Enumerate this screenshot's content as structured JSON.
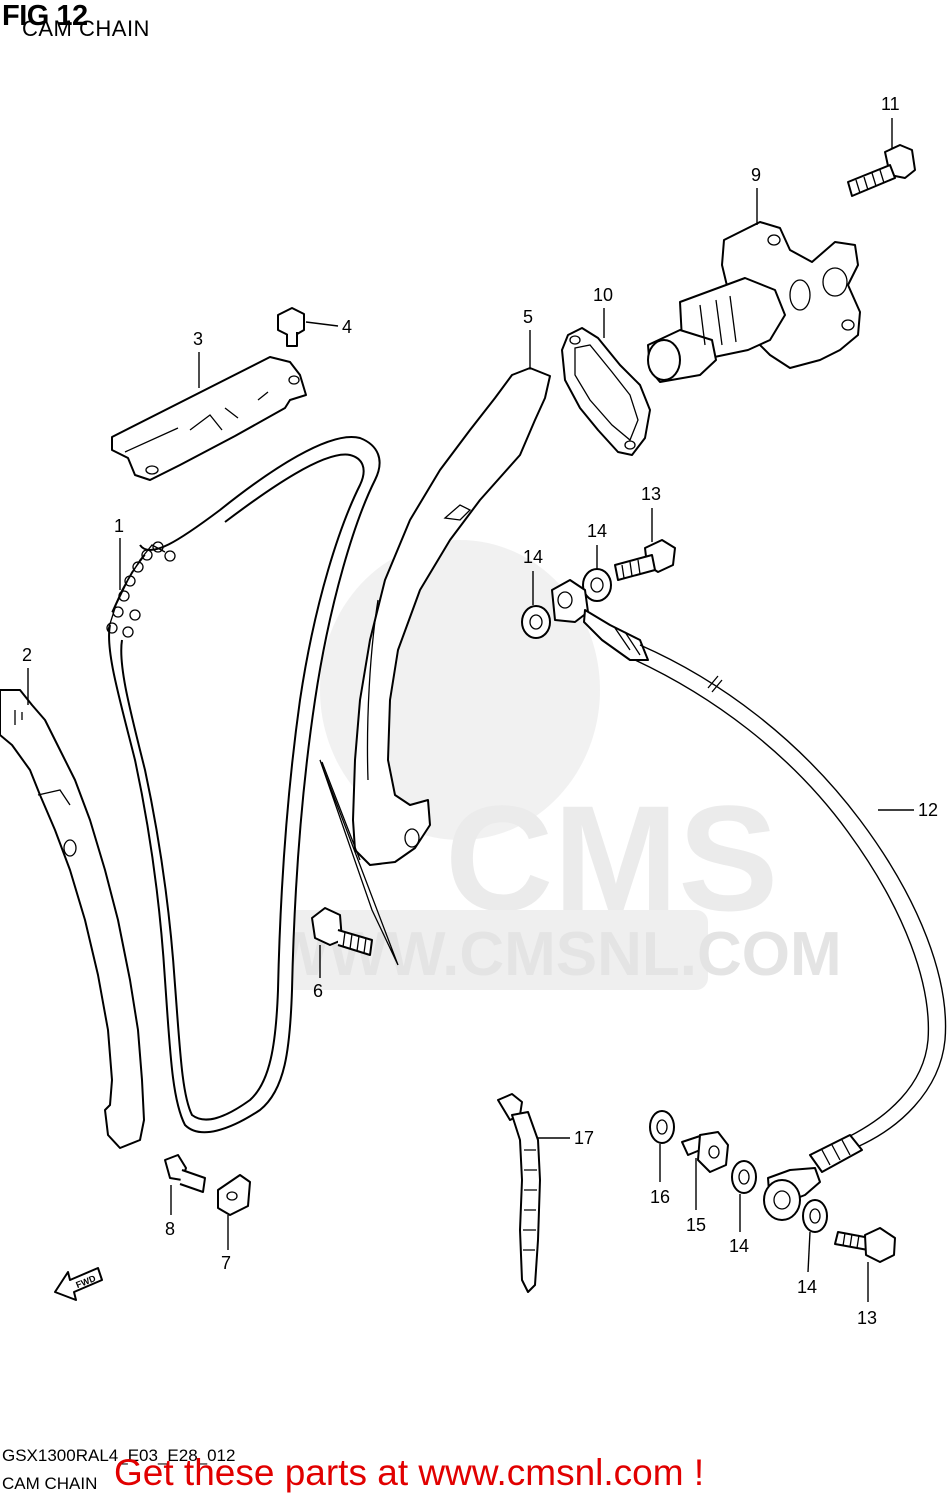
{
  "figure": {
    "number": "FIG 12",
    "title": "CAM CHAIN"
  },
  "footer": {
    "code": "GSX1300RAL4_E03_E28_012",
    "title": "CAM CHAIN",
    "promo": "Get these parts at www.cmsnl.com !"
  },
  "watermark": {
    "text": "CMS",
    "url": "WWW.CMSNL.COM",
    "color": "#d9d9d9"
  },
  "direction_marker": {
    "label": "FWD"
  },
  "callouts": [
    "1",
    "2",
    "3",
    "4",
    "5",
    "6",
    "7",
    "8",
    "9",
    "10",
    "11",
    "12",
    "13",
    "13",
    "14",
    "14",
    "14",
    "14",
    "15",
    "16",
    "17"
  ],
  "colors": {
    "promo": "#e10000",
    "lines": "#000000"
  }
}
